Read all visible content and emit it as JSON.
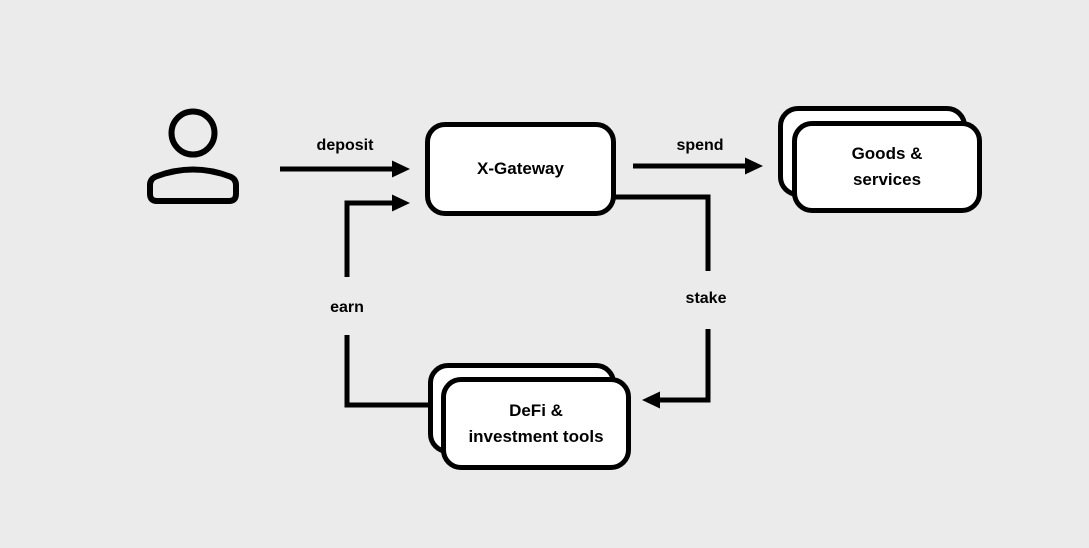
{
  "diagram": {
    "type": "flow-diagram",
    "colors": {
      "background": "#ebebeb",
      "stroke": "#000000",
      "node_fill": "#ffffff",
      "text": "#000000"
    },
    "nodes": {
      "user": {
        "icon": "person-icon"
      },
      "gateway": {
        "label": "X-Gateway"
      },
      "goods": {
        "line1": "Goods &",
        "line2": "services",
        "stacked": true
      },
      "defi": {
        "line1": "DeFi &",
        "line2": "investment tools",
        "stacked": true
      }
    },
    "edges": {
      "deposit": {
        "label": "deposit",
        "from": "user",
        "to": "gateway"
      },
      "spend": {
        "label": "spend",
        "from": "gateway",
        "to": "goods"
      },
      "stake": {
        "label": "stake",
        "from": "gateway",
        "to": "defi"
      },
      "earn": {
        "label": "earn",
        "from": "defi",
        "to": "gateway"
      }
    }
  }
}
